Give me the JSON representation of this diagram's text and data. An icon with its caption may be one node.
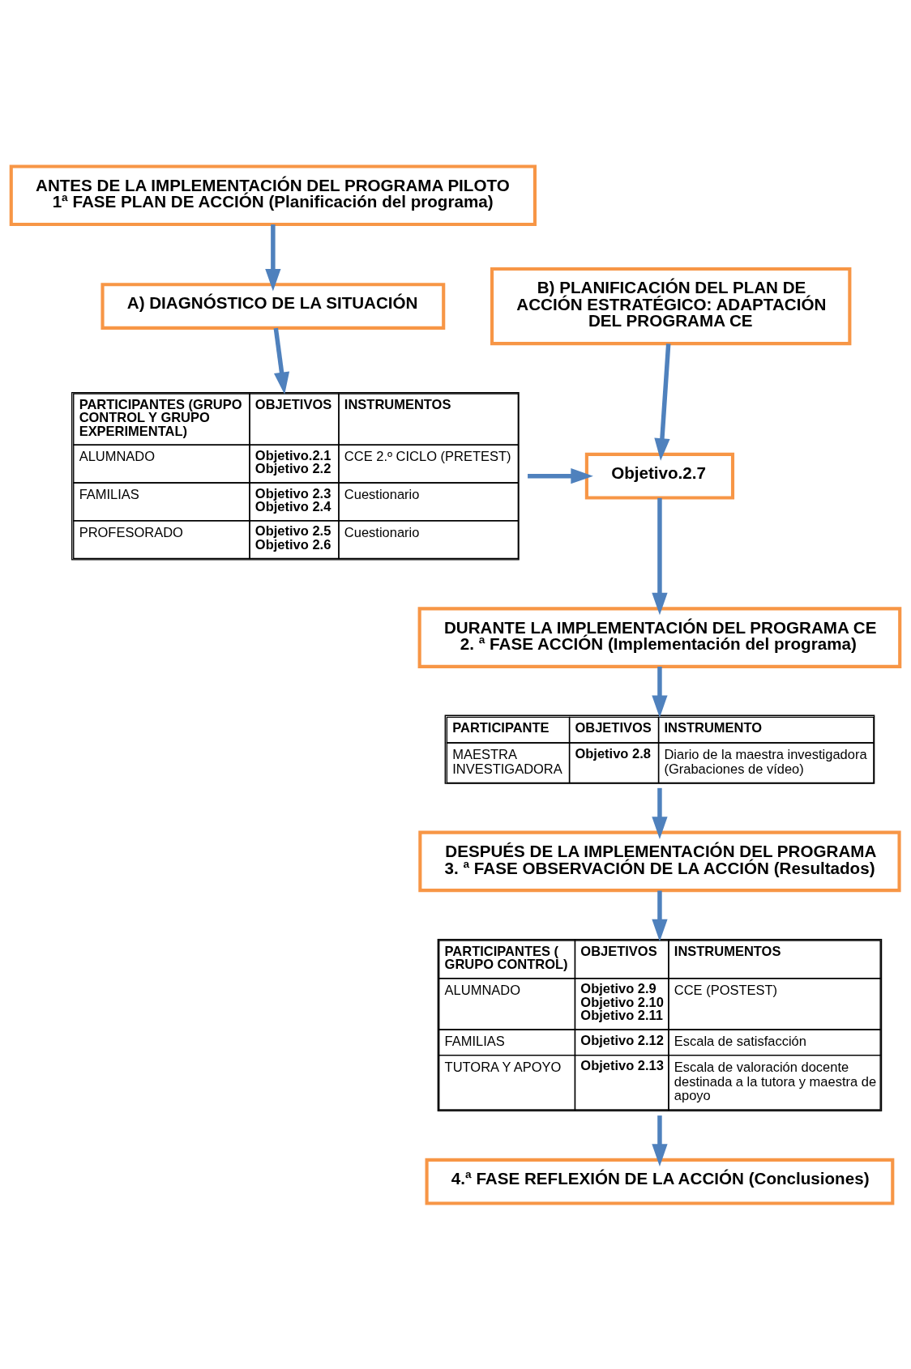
{
  "diagram": {
    "nodes": [
      {
        "text": [
          "ANTES DE LA IMPLEMENTACIÓN DEL PROGRAMA PILOTO",
          "1ª FASE PLAN DE ACCIÓN (Planificación del programa)"
        ]
      },
      {
        "text": [
          "A) DIAGNÓSTICO DE LA SITUACIÓN"
        ]
      },
      {
        "text": [
          "B) PLANIFICACIÓN DEL PLAN DE ACCIÓN ESTRATÉGICO: ADAPTACIÓN DEL PROGRAMA CE"
        ]
      },
      {
        "text": [
          "PARTICIPANTES (GRUPO CONTROL Y GRUPO EXPERIMENTAL)",
          "OBJETIVOS",
          "INSTRUMENTOS",
          "ALUMNADO",
          "Objetivo.2.1 Objetivo 2.2",
          "CCE 2.º CICLO (PRETEST)",
          "FAMILIAS",
          "Objetivo 2.3 Objetivo 2.4",
          "Cuestionario",
          "PROFESORADO",
          "Objetivo 2.5 Objetivo 2.6",
          "Cuestionario"
        ]
      },
      {
        "text": [
          "Objetivo.2.7"
        ]
      },
      {
        "text": [
          "DURANTE LA IMPLEMENTACIÓN DEL PROGRAMA CE",
          "2. ª FASE ACCIÓN (Implementación del programa)"
        ]
      },
      {
        "text": [
          "PARTICIPANTE",
          "OBJETIVOS",
          "INSTRUMENTO",
          "MAESTRA INVESTIGADORA",
          "Objetivo 2.8",
          "Diario de la maestra investigadora (Grabaciones de vídeo)"
        ]
      },
      {
        "text": [
          "DESPUÉS DE LA IMPLEMENTACIÓN DEL PROGRAMA",
          "3. ª FASE OBSERVACIÓN DE LA ACCIÓN (Resultados)"
        ]
      },
      {
        "text": [
          "PARTICIPANTES ( GRUPO CONTROL)",
          "OBJETIVOS",
          "INSTRUMENTOS",
          "ALUMNADO",
          "Objetivo 2.9 Objetivo 2.10 Objetivo 2.11",
          "CCE (POSTEST)",
          "FAMILIAS",
          "Objetivo 2.12",
          "Escala de satisfacción",
          "TUTORA Y APOYO",
          "Objetivo 2.13",
          "Escala de valoración docente destinada a la tutora y maestra de apoyo"
        ]
      },
      {
        "text": [
          "4.ª FASE REFLEXIÓN DE LA ACCIÓN (Conclusiones)"
        ]
      }
    ],
    "edges": [
      {
        "from": 0,
        "to": 1,
        "arrow": "to"
      },
      {
        "from": 1,
        "to": 3,
        "arrow": "to"
      },
      {
        "from": 2,
        "to": 4,
        "arrow": "to"
      },
      {
        "from": 3,
        "to": 4,
        "arrow": "to"
      },
      {
        "from": 4,
        "to": 5,
        "arrow": "to"
      },
      {
        "from": 5,
        "to": 6,
        "arrow": "to"
      },
      {
        "from": 6,
        "to": 7,
        "arrow": "to"
      },
      {
        "from": 7,
        "to": 8,
        "arrow": "to"
      },
      {
        "from": 8,
        "to": 9,
        "arrow": "to"
      }
    ]
  }
}
